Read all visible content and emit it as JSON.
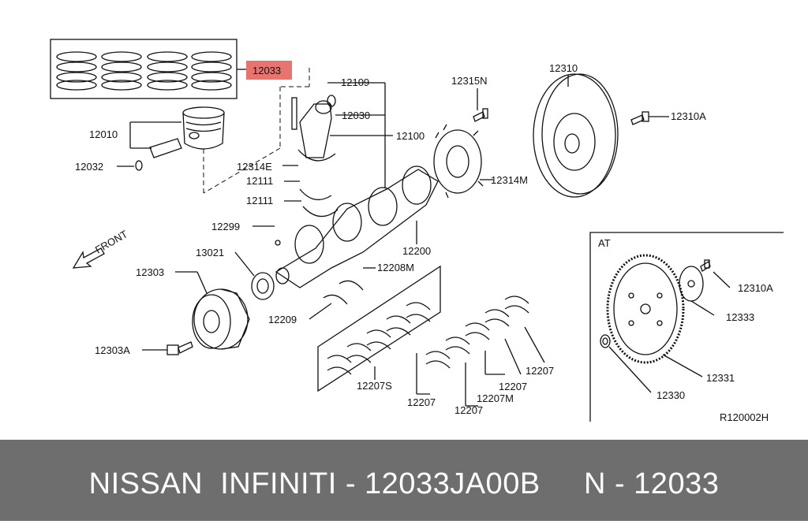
{
  "diagram": {
    "part_labels": {
      "rings": "12033",
      "piston": "12010",
      "pin_clip": "12032",
      "rod_bolt": "12109",
      "rod_bushing": "12030",
      "conrod": "12100",
      "rod_nut": "12314E",
      "rod_bearing_upper": "12111",
      "rod_bearing_lower": "12111",
      "crankshaft": "12200",
      "key": "12299",
      "crank_sprocket": "13021",
      "pulley": "12303",
      "pulley_bolt": "12303A",
      "thrust_washer": "12208M",
      "bearing_set": "12207S",
      "main_bearing_cap": "12209",
      "main_bearing_1": "12207",
      "main_bearing_2": "12207",
      "main_bearing_m": "12207M",
      "main_bearing_3": "12207",
      "main_bearing_4": "12207",
      "reluctor_bolt": "12315N",
      "reluctor_plate": "12314M",
      "flywheel": "12310",
      "flywheel_bolt": "12310A",
      "at_drive_plate": "12331",
      "at_reinforcement": "12333",
      "at_bolt": "12310A",
      "at_spacer": "12330"
    },
    "front_label": "FRONT",
    "at_box_label": "AT",
    "diagram_ref": "R120002H"
  },
  "footer": {
    "text": "NISSAN  INFINITI - 12033JA00B     N - 12033",
    "bg_color": "#6e6e6e",
    "text_color": "#ffffff",
    "highlight_color": "#e8746f"
  }
}
